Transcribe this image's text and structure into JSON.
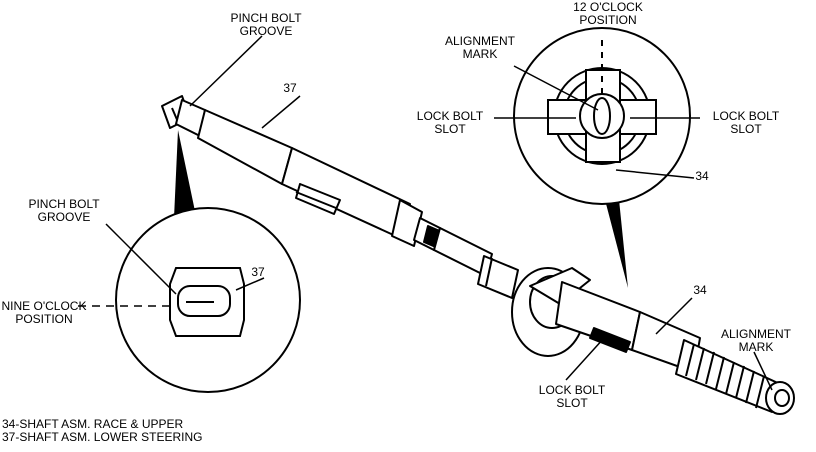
{
  "callouts": {
    "pinch_bolt_groove_top": [
      "PINCH BOLT",
      "GROOVE"
    ],
    "part_37_top": "37",
    "twelve_oclock": [
      "12 O'CLOCK",
      "POSITION"
    ],
    "alignment_mark_top": [
      "ALIGNMENT",
      "MARK"
    ],
    "lock_bolt_slot_left": [
      "LOCK BOLT",
      "SLOT"
    ],
    "lock_bolt_slot_right": [
      "LOCK BOLT",
      "SLOT"
    ],
    "part_34_top": "34",
    "pinch_bolt_groove_left": [
      "PINCH BOLT",
      "GROOVE"
    ],
    "part_37_detail": "37",
    "nine_oclock": [
      "NINE O'CLOCK",
      "POSITION"
    ],
    "part_34_right": "34",
    "alignment_mark_right": [
      "ALIGNMENT",
      "MARK"
    ],
    "lock_bolt_slot_bottom": [
      "LOCK BOLT",
      "SLOT"
    ]
  },
  "legend": [
    "34-SHAFT ASM. RACE & UPPER",
    "37-SHAFT ASM. LOWER STEERING"
  ]
}
